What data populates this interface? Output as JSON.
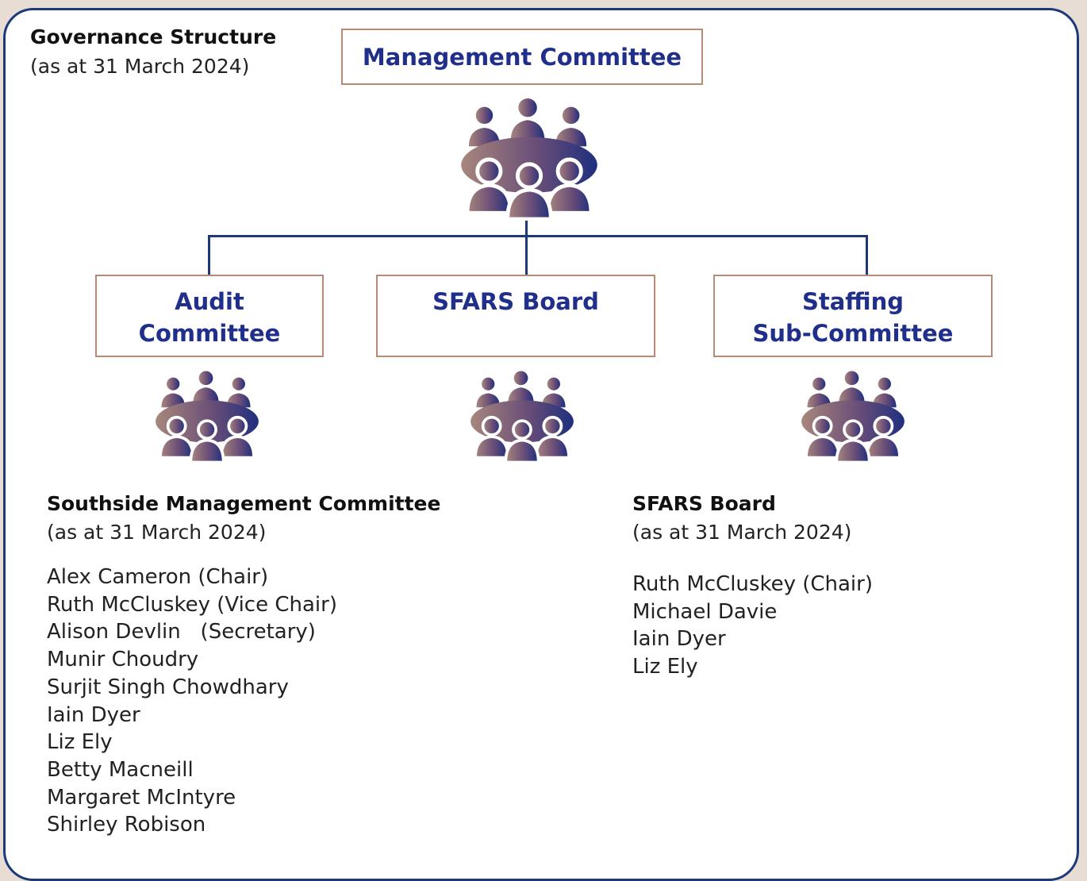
{
  "header": {
    "title": "Governance Structure",
    "subtitle": "(as at 31 March 2024)"
  },
  "chart": {
    "top": "Management Committee",
    "left_line1": "Audit",
    "left_line2": "Committee",
    "middle": "SFARS Board",
    "right_line1": "Staffing",
    "right_line2": "Sub-Committee"
  },
  "icons": {
    "meeting": "meeting-group-icon"
  },
  "southside": {
    "title": "Southside Management Committee",
    "subtitle": "(as at 31 March 2024)",
    "members": [
      "Alex Cameron (Chair)",
      "Ruth McCluskey (Vice Chair)",
      "Alison Devlin   (Secretary)",
      "Munir Choudry",
      "Surjit Singh Chowdhary",
      "Iain Dyer",
      "Liz Ely",
      "Betty Macneill",
      "Margaret McIntyre",
      "Shirley Robison"
    ]
  },
  "sfars": {
    "title": "SFARS Board",
    "subtitle": "(as at 31 March 2024)",
    "members": [
      "Ruth McCluskey (Chair)",
      "Michael Davie",
      "Iain Dyer",
      "Liz Ely"
    ]
  },
  "colors": {
    "navy": "#1c3a7a",
    "title_blue": "#1f2f8a",
    "box_border": "#b58a76",
    "icon_light": "#a8857a"
  }
}
